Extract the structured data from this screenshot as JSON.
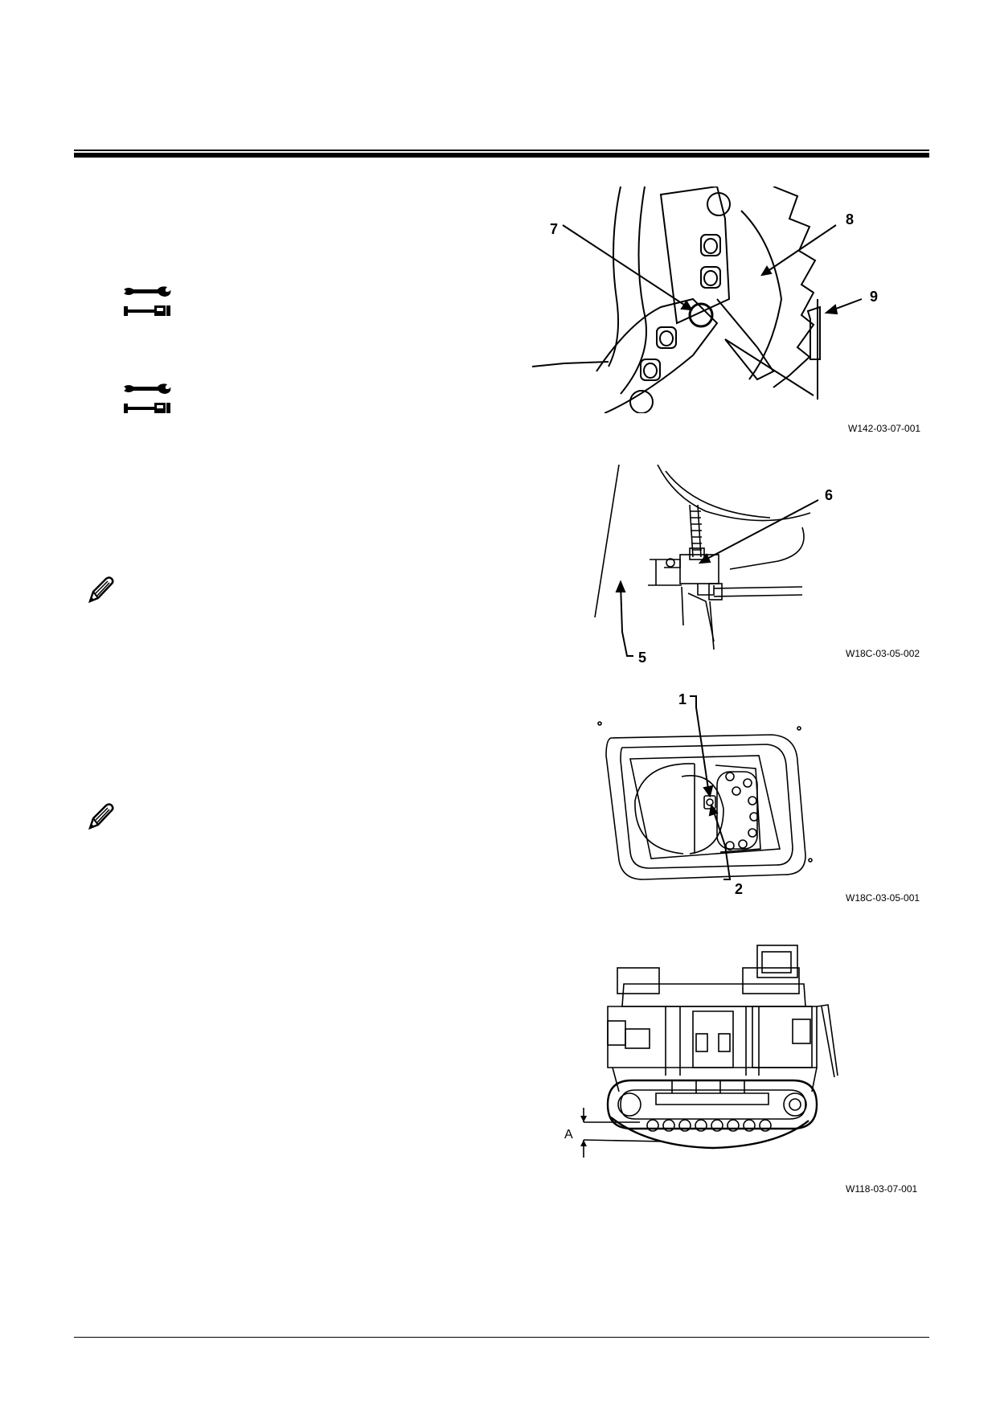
{
  "figures": [
    {
      "caption": "W142-03-07-001",
      "callouts": [
        "7",
        "8",
        "9"
      ]
    },
    {
      "caption": "W18C-03-05-002",
      "callouts": [
        "6",
        "5"
      ]
    },
    {
      "caption": "W18C-03-05-001",
      "callouts": [
        "1",
        "2"
      ]
    },
    {
      "caption": "W118-03-07-001",
      "callouts": [
        "A"
      ]
    }
  ],
  "icons": [
    "wrench-torque-icon",
    "wrench-torque-icon",
    "note-pencil-icon",
    "note-pencil-icon"
  ]
}
